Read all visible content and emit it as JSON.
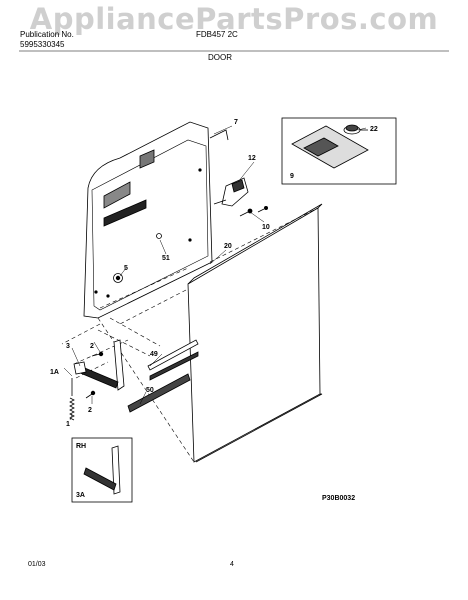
{
  "watermark": "AppliancePartsPros.com",
  "header": {
    "publication_label": "Publication No.",
    "publication_number": "5995330345",
    "model": "FDB457 2C",
    "section_title": "DOOR"
  },
  "callouts": {
    "c1": "1",
    "c1a": "1A",
    "c2a": "2",
    "c2b": "2",
    "c3": "3",
    "c3a": "3A",
    "c5": "5",
    "c7": "7",
    "c9": "9",
    "c10": "10",
    "c12": "12",
    "c20": "20",
    "c22": "22",
    "c49": "49",
    "c50": "50",
    "c51": "51"
  },
  "inset_label": "RH",
  "diagram_code": "P30B0032",
  "footer": {
    "date": "01/03",
    "page": "4"
  }
}
